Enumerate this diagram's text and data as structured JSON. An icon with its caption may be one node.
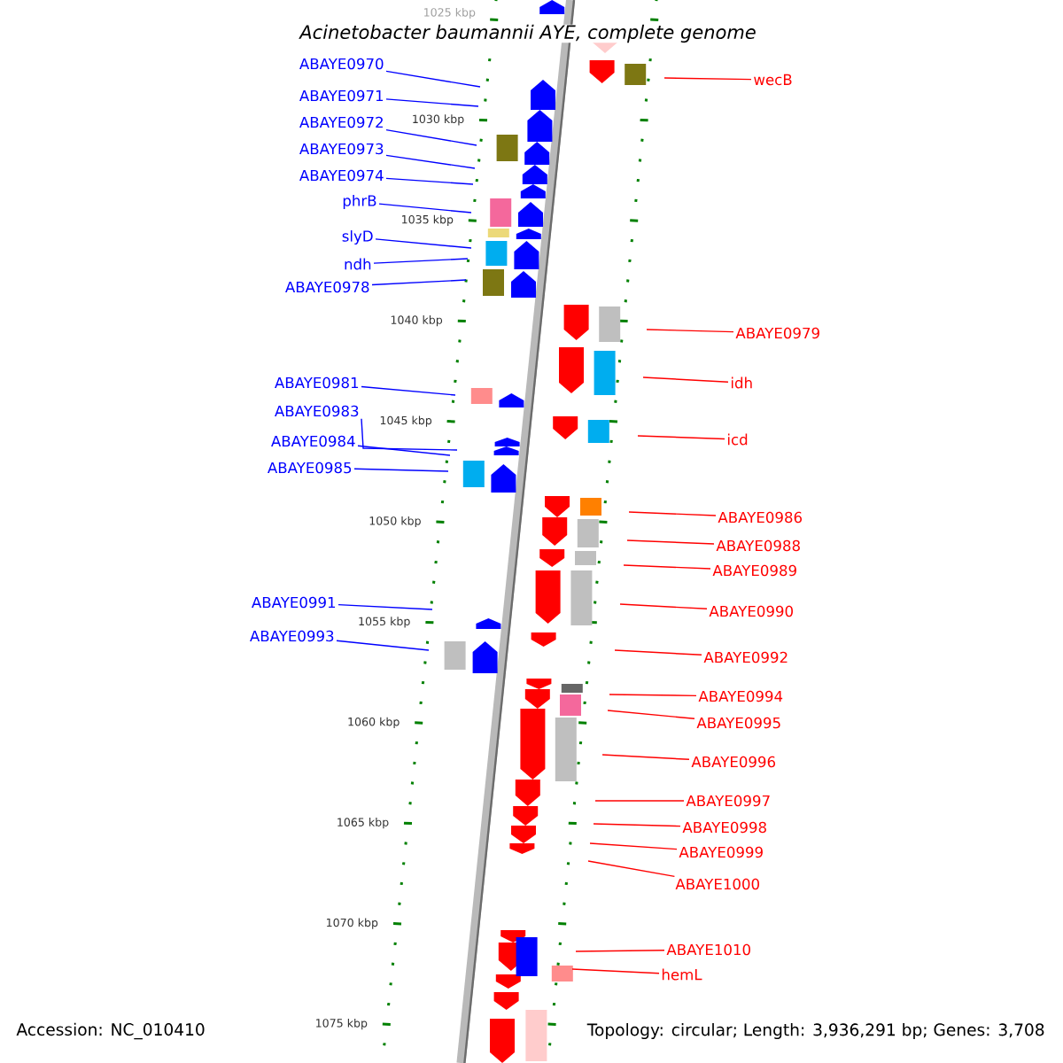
{
  "diagram": {
    "title": "Acinetobacter baumannii AYE, complete genome",
    "nodes": [
      {
        "text": [
          "ABAYE0970"
        ]
      },
      {
        "text": [
          "ABAYE0971"
        ]
      },
      {
        "text": [
          "ABAYE0972"
        ]
      },
      {
        "text": [
          "ABAYE0973"
        ]
      },
      {
        "text": [
          "ABAYE0974"
        ]
      },
      {
        "text": [
          "phrB"
        ]
      },
      {
        "text": [
          "slyD"
        ]
      },
      {
        "text": [
          "ndh"
        ]
      },
      {
        "text": [
          "ABAYE0978"
        ]
      },
      {
        "text": [
          "ABAYE0981"
        ]
      },
      {
        "text": [
          "ABAYE0983"
        ]
      },
      {
        "text": [
          "ABAYE0984"
        ]
      },
      {
        "text": [
          "ABAYE0985"
        ]
      },
      {
        "text": [
          "ABAYE0991"
        ]
      },
      {
        "text": [
          "ABAYE0993"
        ]
      },
      {
        "text": [
          "wecB"
        ]
      },
      {
        "text": [
          "ABAYE0979"
        ]
      },
      {
        "text": [
          "idh"
        ]
      },
      {
        "text": [
          "icd"
        ]
      },
      {
        "text": [
          "ABAYE0986"
        ]
      },
      {
        "text": [
          "ABAYE0988"
        ]
      },
      {
        "text": [
          "ABAYE0989"
        ]
      },
      {
        "text": [
          "ABAYE0990"
        ]
      },
      {
        "text": [
          "ABAYE0992"
        ]
      },
      {
        "text": [
          "ABAYE0994"
        ]
      },
      {
        "text": [
          "ABAYE0995"
        ]
      },
      {
        "text": [
          "ABAYE0996"
        ]
      },
      {
        "text": [
          "ABAYE0997"
        ]
      },
      {
        "text": [
          "ABAYE0998"
        ]
      },
      {
        "text": [
          "ABAYE0999"
        ]
      },
      {
        "text": [
          "ABAYE1000"
        ]
      },
      {
        "text": [
          "ABAYE1010"
        ]
      },
      {
        "text": [
          "hemL"
        ]
      }
    ],
    "edges": [
      {
        "from": 0,
        "to": null,
        "arrow": "none",
        "color": "#0000ff"
      },
      {
        "from": 1,
        "to": null,
        "arrow": "none",
        "color": "#0000ff"
      },
      {
        "from": 2,
        "to": null,
        "arrow": "none",
        "color": "#0000ff"
      },
      {
        "from": 3,
        "to": null,
        "arrow": "none",
        "color": "#0000ff"
      },
      {
        "from": 4,
        "to": null,
        "arrow": "none",
        "color": "#0000ff"
      },
      {
        "from": 5,
        "to": null,
        "arrow": "none",
        "color": "#0000ff"
      },
      {
        "from": 6,
        "to": null,
        "arrow": "none",
        "color": "#0000ff"
      },
      {
        "from": 7,
        "to": null,
        "arrow": "none",
        "color": "#0000ff"
      },
      {
        "from": 8,
        "to": null,
        "arrow": "none",
        "color": "#0000ff"
      },
      {
        "from": 9,
        "to": null,
        "arrow": "none",
        "color": "#0000ff"
      },
      {
        "from": 10,
        "to": null,
        "arrow": "none",
        "color": "#0000ff"
      },
      {
        "from": 11,
        "to": null,
        "arrow": "none",
        "color": "#0000ff"
      },
      {
        "from": 12,
        "to": null,
        "arrow": "none",
        "color": "#0000ff"
      },
      {
        "from": 13,
        "to": null,
        "arrow": "none",
        "color": "#0000ff"
      },
      {
        "from": 14,
        "to": null,
        "arrow": "none",
        "color": "#0000ff"
      },
      {
        "from": 15,
        "to": null,
        "arrow": "none"
      },
      {
        "from": 16,
        "to": null,
        "arrow": "none"
      },
      {
        "from": 17,
        "to": null,
        "arrow": "none"
      },
      {
        "from": 18,
        "to": null,
        "arrow": "none"
      },
      {
        "from": 19,
        "to": null,
        "arrow": "none"
      },
      {
        "from": 20,
        "to": null,
        "arrow": "none"
      },
      {
        "from": 21,
        "to": null,
        "arrow": "none"
      },
      {
        "from": 22,
        "to": null,
        "arrow": "none"
      },
      {
        "from": 23,
        "to": null,
        "arrow": "none"
      },
      {
        "from": 24,
        "to": null,
        "arrow": "none"
      },
      {
        "from": 25,
        "to": null,
        "arrow": "none"
      },
      {
        "from": 26,
        "to": null,
        "arrow": "none"
      },
      {
        "from": 27,
        "to": null,
        "arrow": "none"
      },
      {
        "from": 28,
        "to": null,
        "arrow": "none"
      },
      {
        "from": 29,
        "to": null,
        "arrow": "none"
      },
      {
        "from": 30,
        "to": null,
        "arrow": "none"
      },
      {
        "from": 31,
        "to": null,
        "arrow": "none"
      },
      {
        "from": 32,
        "to": null,
        "arrow": "none"
      }
    ],
    "labels": [
      "1025 kbp",
      "1030 kbp",
      "1035 kbp",
      "1040 kbp",
      "1045 kbp",
      "1050 kbp",
      "1055 kbp",
      "1060 kbp",
      "1065 kbp",
      "1070 kbp",
      "1075 kbp",
      "Accession: NC_010410",
      "Topology: circular; Length: 3,936,291 bp; Genes: 3,708"
    ]
  }
}
